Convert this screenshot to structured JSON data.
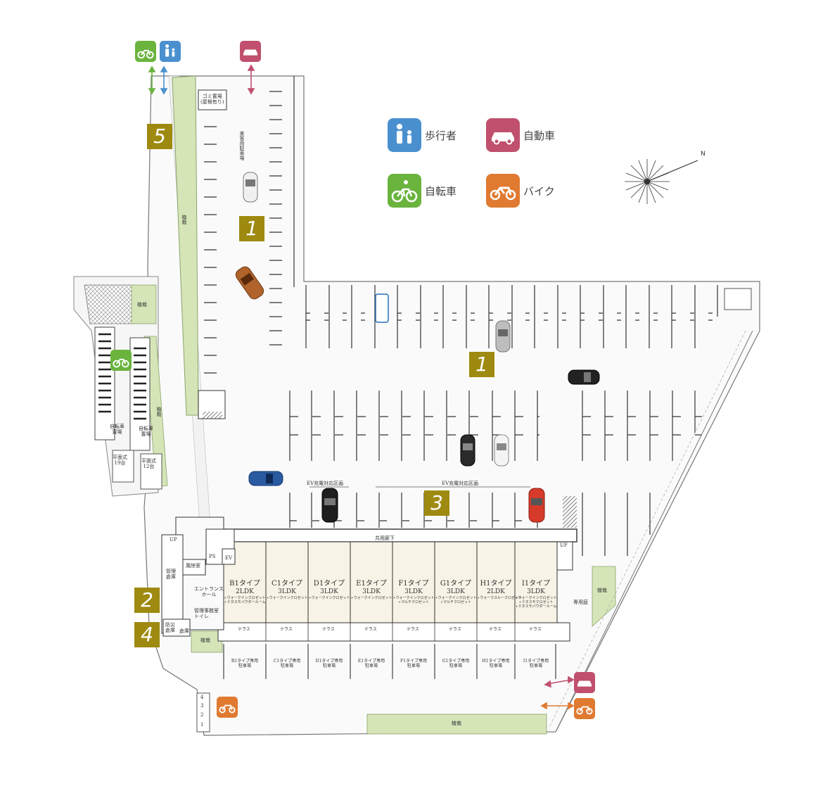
{
  "legend": {
    "pedestrian": "歩行者",
    "car": "自動車",
    "bicycle": "自転車",
    "motorbike": "バイク"
  },
  "colors": {
    "pedestrian": "#4a90cf",
    "car": "#c0506e",
    "bicycle": "#6ab43e",
    "motorbike": "#e07a30",
    "badge": "#9e8a10",
    "planting": "#d5e5b8",
    "unit": "#f7f3e6"
  },
  "badges": [
    "1",
    "1",
    "3",
    "2",
    "4",
    "5"
  ],
  "areas": {
    "garbage": "ゴミ置場\n(屋根有り)",
    "visitor_parking": "来客用駐車場",
    "planting": "植栽",
    "ev_charging": "EV充電対応区画",
    "common_corridor": "共用廊下",
    "entrance_hall": "エントランス\nホール",
    "windbreak": "風除室",
    "manager_room": "管理事務室\nトイレ",
    "ps": "PS",
    "ev": "EV",
    "up": "UP",
    "terrace": "テラス",
    "private_garden": "専用庭",
    "bike_parking_1": "自転車\n置場",
    "bike_parking_2": "自転車\n置場",
    "flat_1": "平面式\n19台",
    "flat_2": "平面式\n12台",
    "storage": "倉庫",
    "disaster": "防災\n倉庫",
    "trash": "管理\n倉庫",
    "moto_slots": [
      "1",
      "2",
      "3",
      "4"
    ]
  },
  "units": [
    {
      "type": "B1タイプ",
      "plan": "2LDK",
      "extra": "+ウォークインクロゼット\n+ミタスモバウダールーム",
      "parking": "B1タイプ専用\n駐車場"
    },
    {
      "type": "C1タイプ",
      "plan": "3LDK",
      "extra": "+ウォークインクロゼット",
      "parking": "C1タイプ専用\n駐車場"
    },
    {
      "type": "D1タイプ",
      "plan": "3LDK",
      "extra": "+ウォークインクロゼット",
      "parking": "D1タイプ専用\n駐車場"
    },
    {
      "type": "E1タイプ",
      "plan": "3LDK",
      "extra": "+ウォークインクロゼット",
      "parking": "E1タイプ専用\n駐車場"
    },
    {
      "type": "F1タイプ",
      "plan": "3LDK",
      "extra": "+ウォークインクロゼット\n+マルチクロゼット",
      "parking": "F1タイプ専用\n駐車場"
    },
    {
      "type": "G1タイプ",
      "plan": "3LDK",
      "extra": "+ウォークインクロゼット\n+マルチクロゼット",
      "parking": "G1タイプ専用\n駐車場"
    },
    {
      "type": "H1タイプ",
      "plan": "2LDK",
      "extra": "+ウォークスルークロゼット",
      "parking": "H1タイプ専用\n駐車場"
    },
    {
      "type": "I1タイプ",
      "plan": "3LDK",
      "extra": "+ウォークインクロゼット\n+ミタスモクロゼット\n+ミタスモバウダールーム",
      "parking": "I1タイプ専用\n駐車場"
    }
  ],
  "compass": "N"
}
